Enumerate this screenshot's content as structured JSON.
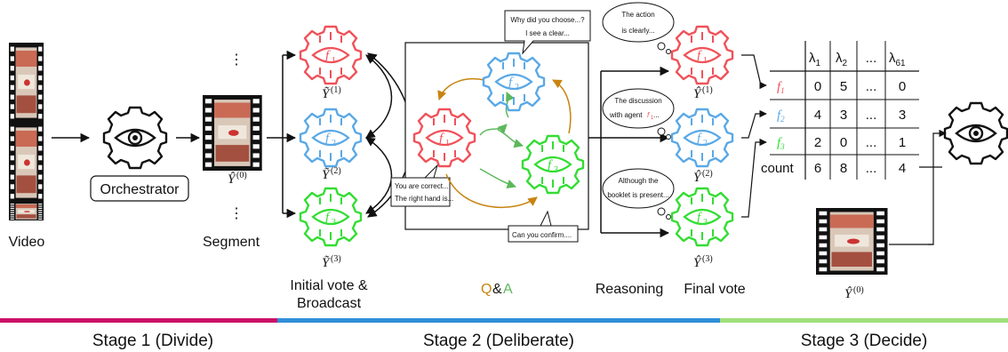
{
  "colors": {
    "agent1": "#f0525a",
    "agent2": "#5aa9e6",
    "agent3": "#33dd33",
    "stage1": "#cc1166",
    "stage2": "#2f8fd8",
    "stage3": "#9fe07a",
    "question": "#c8840f",
    "answer": "#5cb85c"
  },
  "icons": {
    "orchestrator": "eye-gear-icon",
    "agent": "brain-gear-icon",
    "video": "film-strip-icon"
  },
  "stage1": {
    "video_label": "Video",
    "orchestrator_label": "Orchestrator",
    "segment_label": "Segment",
    "segment_vote": "Ŷ",
    "segment_vote_sup": "(0)",
    "vertical_dots": "⋮",
    "initial_vote_line1": "Initial vote &",
    "initial_vote_line2": "Broadcast",
    "agents": [
      {
        "name": "f",
        "sub": "1",
        "vote": "Ỹ",
        "vote_sup": "(1)"
      },
      {
        "name": "f",
        "sub": "2",
        "vote": "Ỹ",
        "vote_sup": "(2)"
      },
      {
        "name": "f",
        "sub": "3",
        "vote": "Ỹ",
        "vote_sup": "(3)"
      }
    ]
  },
  "stage2": {
    "bubble_top_line1": "Why did you choose...?",
    "bubble_top_line2": "I see a clear...",
    "bubble_left_line1": "You are correct...",
    "bubble_left_line2": "The right hand is...",
    "bubble_bottom": "Can you confirm....",
    "qa_q": "Q",
    "qa_amp": "&",
    "qa_a": "A",
    "agents": [
      {
        "name": "f",
        "sub": "1"
      },
      {
        "name": "f",
        "sub": "2"
      },
      {
        "name": "f",
        "sub": "3"
      }
    ]
  },
  "reasoning": {
    "label": "Reasoning",
    "final_vote_label": "Final vote",
    "thought1_line1": "The action",
    "thought1_line2": "is clearly...",
    "thought2_line1": "The discussion",
    "thought2_line2_pre": "with agent ",
    "thought2_line2_f": "f",
    "thought2_line2_sub": "1",
    "thought2_line2_post": " ...",
    "thought3_line1": "Although the",
    "thought3_line2": "booklet is present...",
    "agents": [
      {
        "name": "f",
        "sub": "1",
        "vote": "Ŷ",
        "vote_sup": "(1)"
      },
      {
        "name": "f",
        "sub": "2",
        "vote": "Ŷ",
        "vote_sup": "(2)"
      },
      {
        "name": "f",
        "sub": "3",
        "vote": "Ŷ",
        "vote_sup": "(3)"
      }
    ]
  },
  "stage3": {
    "table": {
      "headers": [
        "λ1",
        "λ2",
        "...",
        "λ61"
      ],
      "header_subs": [
        "1",
        "2",
        "",
        "61"
      ],
      "rows": [
        {
          "label": "f1",
          "sub": "1",
          "cells": [
            "0",
            "5",
            "...",
            "0"
          ]
        },
        {
          "label": "f2",
          "sub": "2",
          "cells": [
            "4",
            "3",
            "...",
            "3"
          ]
        },
        {
          "label": "f3",
          "sub": "3",
          "cells": [
            "2",
            "0",
            "...",
            "1"
          ]
        },
        {
          "label": "count",
          "sub": "",
          "cells": [
            "6",
            "8",
            "...",
            "4"
          ]
        }
      ]
    },
    "segment_vote": "Ŷ",
    "segment_vote_sup": "(0)"
  },
  "footer": {
    "stage1": "Stage 1 (Divide)",
    "stage2": "Stage 2 (Deliberate)",
    "stage3": "Stage 3 (Decide)"
  }
}
